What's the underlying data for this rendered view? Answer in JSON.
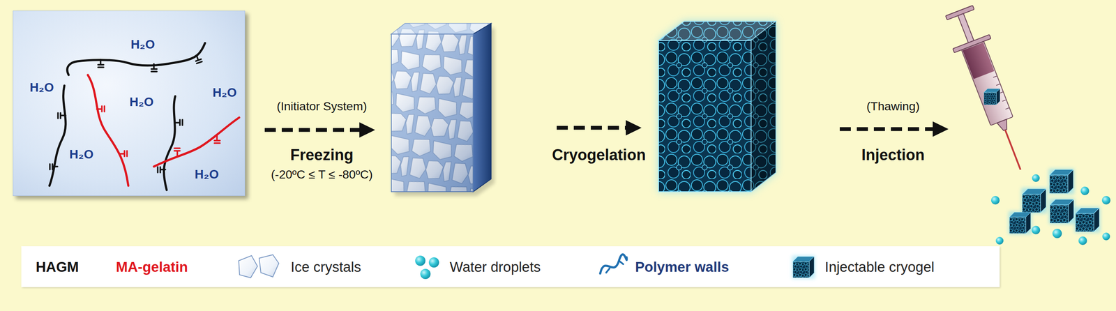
{
  "diagram": {
    "nodes": [
      {
        "text": [
          "H₂O",
          "H₂O",
          "H₂O",
          "H₂O",
          "H₂O",
          "H₂O"
        ]
      }
    ],
    "labels": [
      "(Initiator System)",
      "Freezing",
      "(-20ºC ≤ T ≤ -80ºC)",
      "Cryogelation",
      "(Thawing)",
      "Injection"
    ],
    "legend": [
      {
        "text": "HAGM"
      },
      {
        "text": "MA-gelatin"
      },
      {
        "text": "Ice crystals"
      },
      {
        "text": "Water droplets"
      },
      {
        "text": "Polymer walls"
      },
      {
        "text": "Injectable cryogel"
      }
    ]
  }
}
